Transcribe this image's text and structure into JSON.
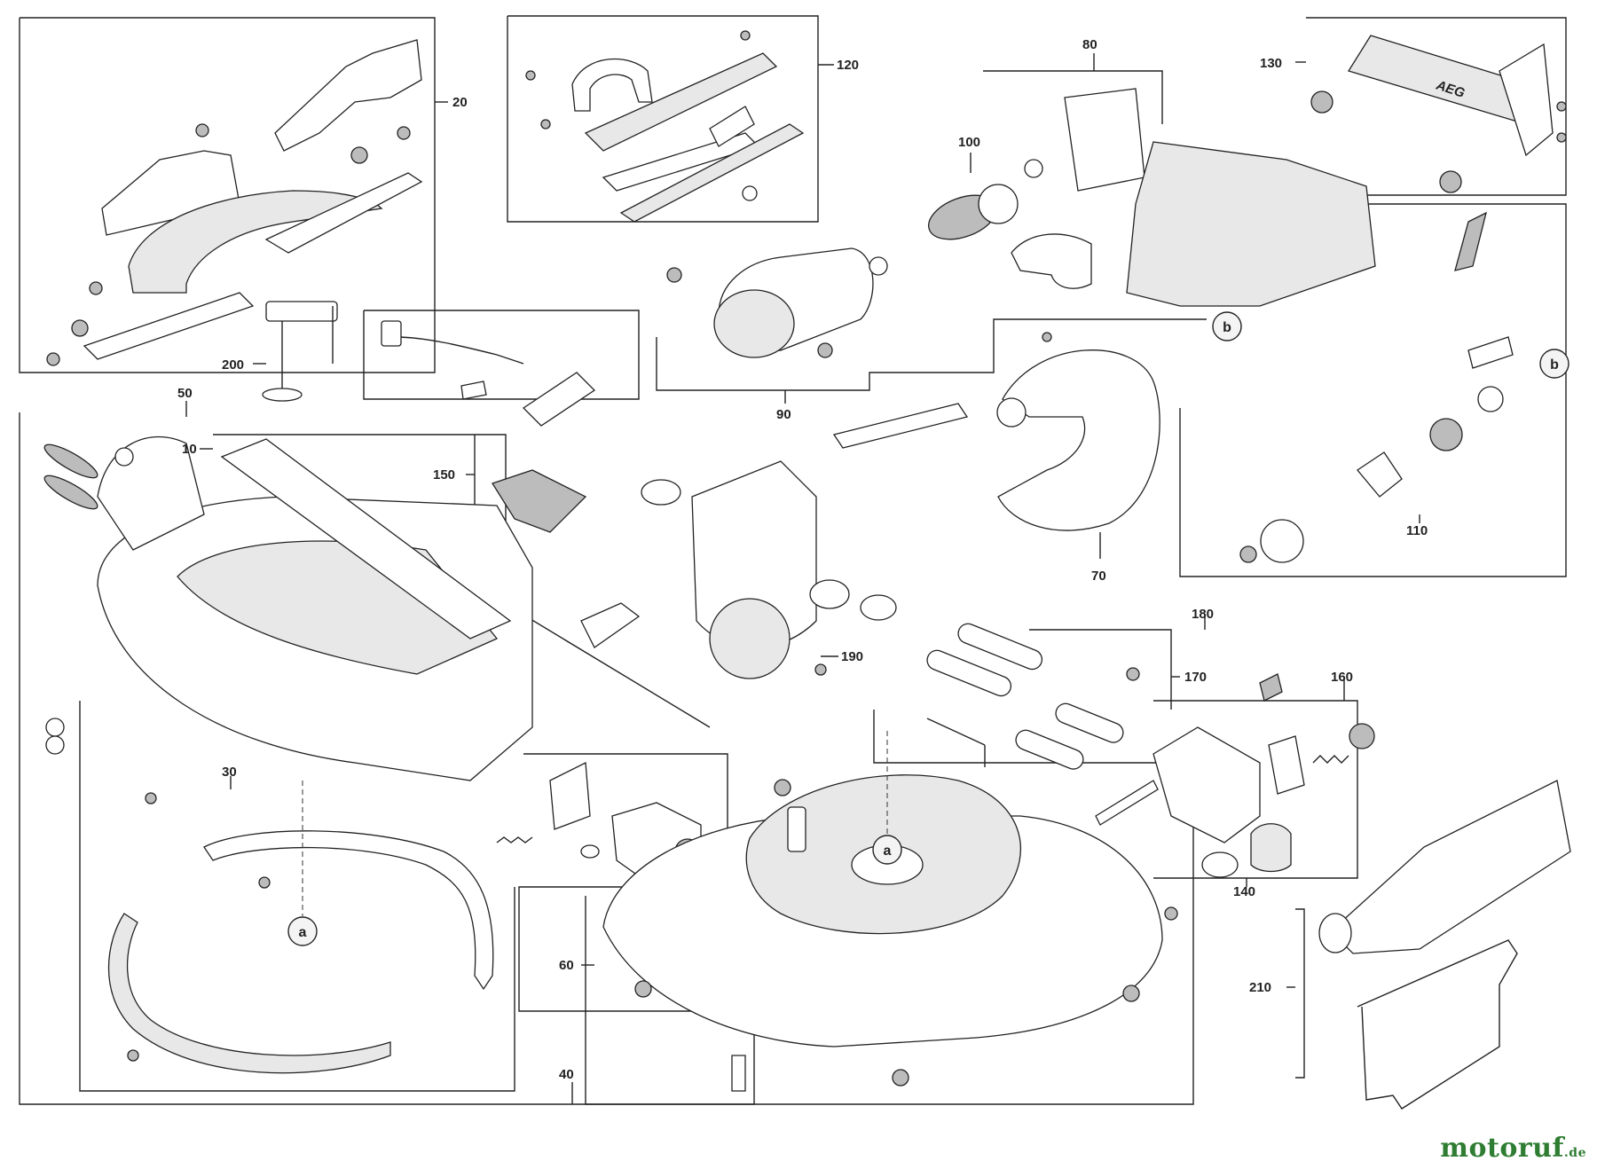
{
  "diagram": {
    "part_labels": [
      "20",
      "120",
      "80",
      "130",
      "100",
      "200",
      "50",
      "10",
      "150",
      "90",
      "70",
      "110",
      "190",
      "180",
      "170",
      "160",
      "30",
      "140",
      "60",
      "40",
      "210"
    ],
    "callouts": [
      "a",
      "a",
      "b",
      "b"
    ]
  },
  "watermark": {
    "name": "motoruf",
    "suffix": ".de"
  },
  "colors": {
    "line": "#222222",
    "watermark": "#2e7d32"
  }
}
